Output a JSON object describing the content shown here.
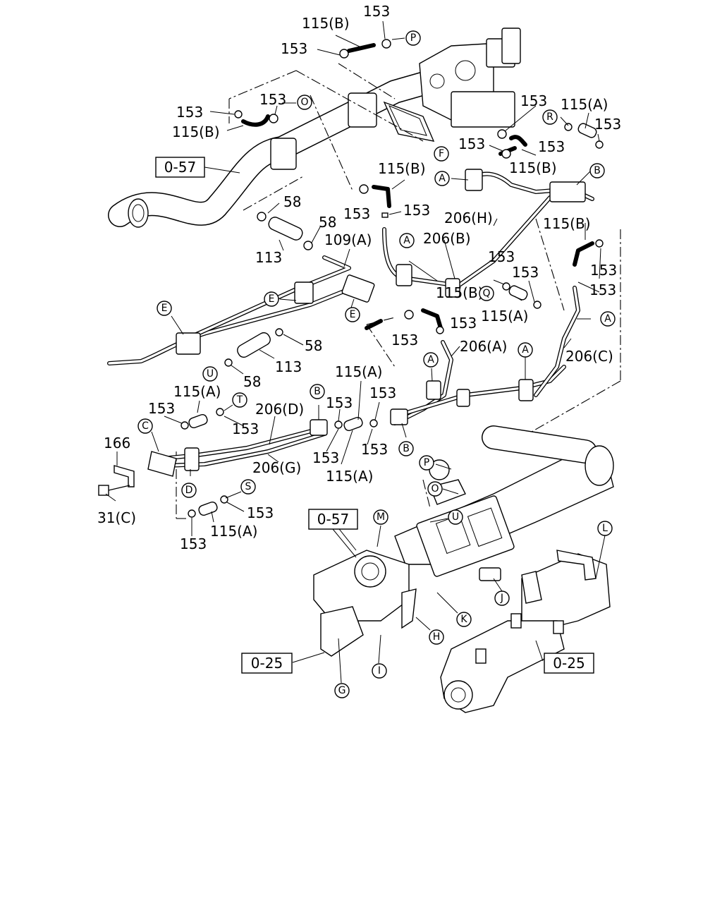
{
  "part_labels": {
    "p115b_top": "115(B)",
    "p153_top": "153",
    "p153_topleft": "153",
    "p153_o": "153",
    "p153_left": "153",
    "p115b_left": "115(B)",
    "p153_egr": "153",
    "p115a_right": "115(A)",
    "p153_r": "153",
    "p153_rr": "153",
    "p153_mid": "153",
    "p115b_mid": "115(B)",
    "p115b_center": "115(B)",
    "p153_center": "153",
    "p153_center2": "153",
    "p58_a": "58",
    "p58_b": "58",
    "p206h": "206(H)",
    "p206b": "206(B)",
    "p113_a": "113",
    "p109a": "109(A)",
    "p115b_right2": "115(B)",
    "p153_right2": "153",
    "p153_q": "153",
    "p153_q2": "153",
    "p153_right3": "153",
    "p115b_low": "115(B)",
    "p115a_q": "115(A)",
    "p153_low": "153",
    "p153_low2": "153",
    "p206a": "206(A)",
    "p206c": "206(C)",
    "p58_c": "58",
    "p113_b": "113",
    "p58_u": "58",
    "p115a_mid": "115(A)",
    "p115a_left": "115(A)",
    "p153_l1": "153",
    "p206d": "206(D)",
    "p153_l2": "153",
    "p153_m1": "153",
    "p153_m2": "153",
    "p166": "166",
    "p206g": "206(G)",
    "p153_m3": "153",
    "p153_m4": "153",
    "p115a_m": "115(A)",
    "p31c": "31(C)",
    "p153_s": "153",
    "p115a_s": "115(A)",
    "p153_s2": "153"
  },
  "callouts": {
    "P_top": "P",
    "O_top": "O",
    "F": "F",
    "R": "R",
    "A_1": "A",
    "B_1": "B",
    "E_1": "E",
    "E_2": "E",
    "E_3": "E",
    "A_2": "A",
    "Q": "Q",
    "A_3": "A",
    "A_4": "A",
    "A_5": "A",
    "U_1": "U",
    "T": "T",
    "C": "C",
    "B_2": "B",
    "B_3": "B",
    "D": "D",
    "S": "S",
    "P_low": "P",
    "O_low": "O",
    "U_low": "U",
    "M": "M",
    "L": "L",
    "J": "J",
    "K": "K",
    "H": "H",
    "I": "I",
    "G": "G"
  },
  "references": {
    "ref_057_top": "0-57",
    "ref_057_low": "0-57",
    "ref_025_left": "0-25",
    "ref_025_right": "0-25"
  }
}
